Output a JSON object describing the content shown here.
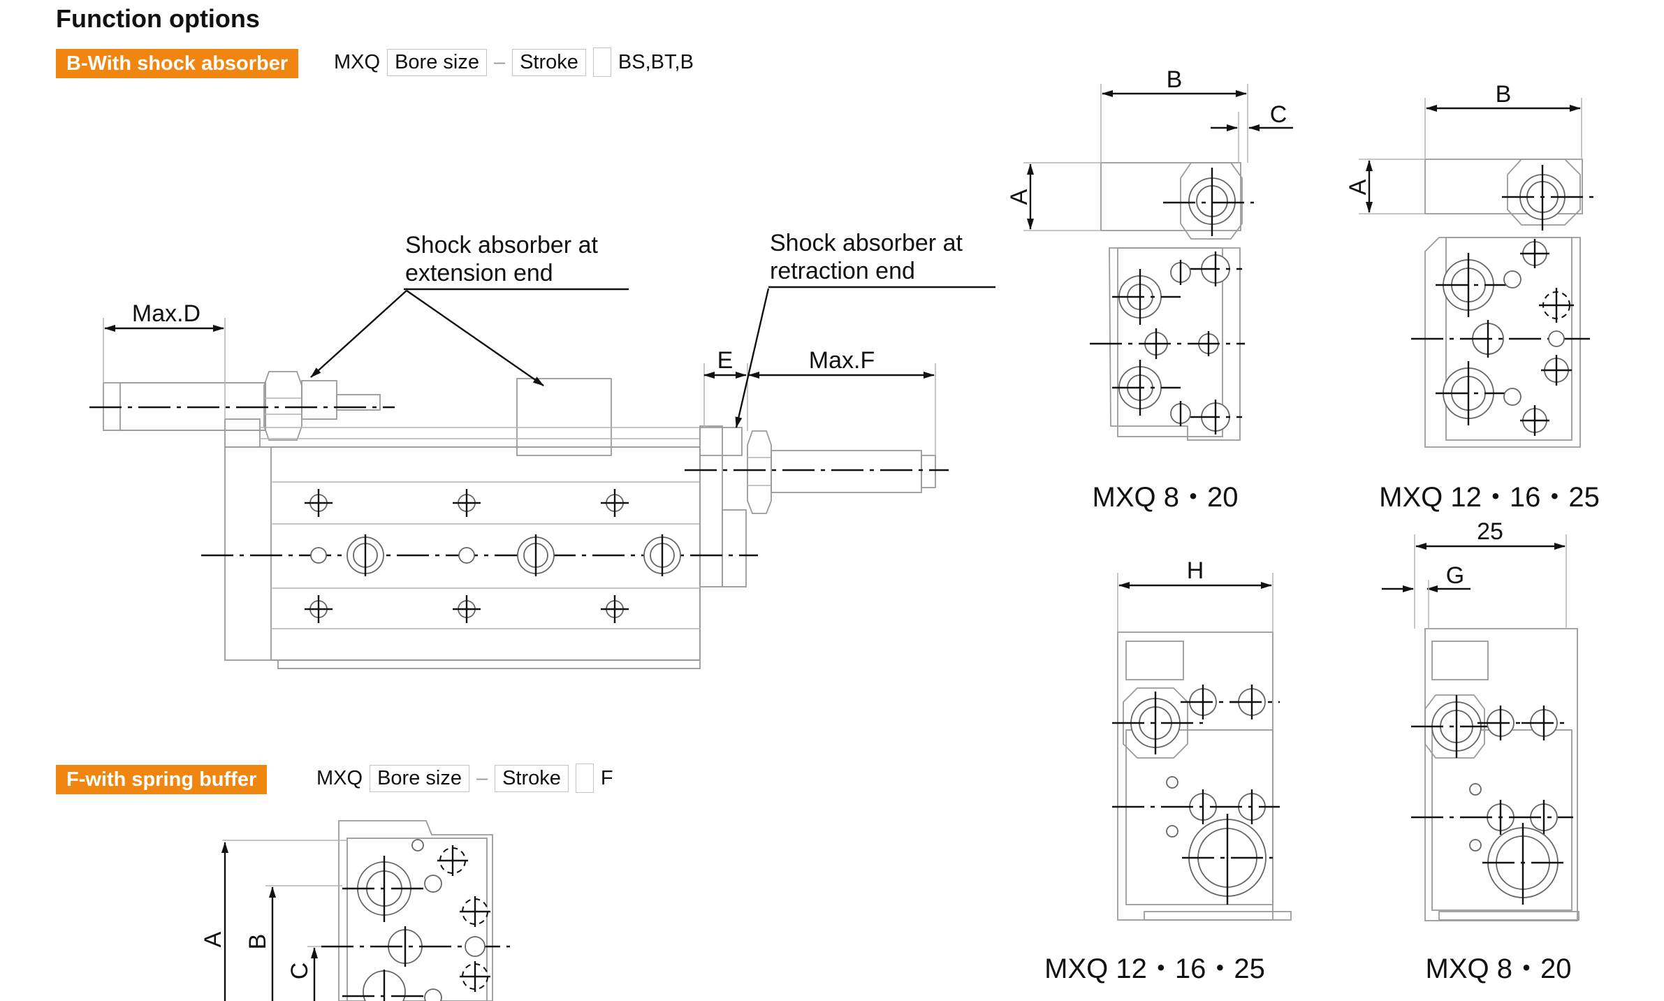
{
  "page_title": "Function options",
  "sections": {
    "shock": {
      "badge": "B-With shock absorber",
      "code_prefix": "MXQ",
      "bore_box": "Bore size",
      "sep": "–",
      "stroke_box": "Stroke",
      "suffix": "BS,BT,B"
    },
    "spring": {
      "badge": "F-with spring buffer",
      "code_prefix": "MXQ",
      "bore_box": "Bore size",
      "sep": "–",
      "stroke_box": "Stroke",
      "suffix": "F"
    }
  },
  "side_view": {
    "ext_label_1": "Shock absorber at",
    "ext_label_2": "extension end",
    "ret_label_1": "Shock absorber at",
    "ret_label_2": "retraction end",
    "dim_maxd": "Max.D",
    "dim_e": "E",
    "dim_maxf": "Max.F"
  },
  "end_views": {
    "v1": {
      "dim_b": "B",
      "dim_c": "C",
      "dim_a": "A",
      "caption": "MXQ 8・20"
    },
    "v2": {
      "dim_b": "B",
      "dim_a": "A",
      "caption": "MXQ 12・16・25"
    },
    "v3": {
      "dim_h": "H",
      "caption": "MXQ 12・16・25"
    },
    "v4": {
      "dim_25": "25",
      "dim_g": "G",
      "caption": "MXQ 8・20"
    }
  },
  "spring_view": {
    "dim_a": "A",
    "dim_b": "B",
    "dim_c": "C"
  },
  "colors": {
    "badge": "#f0860f",
    "line": "#111111",
    "outline": "#9a9a9a"
  }
}
